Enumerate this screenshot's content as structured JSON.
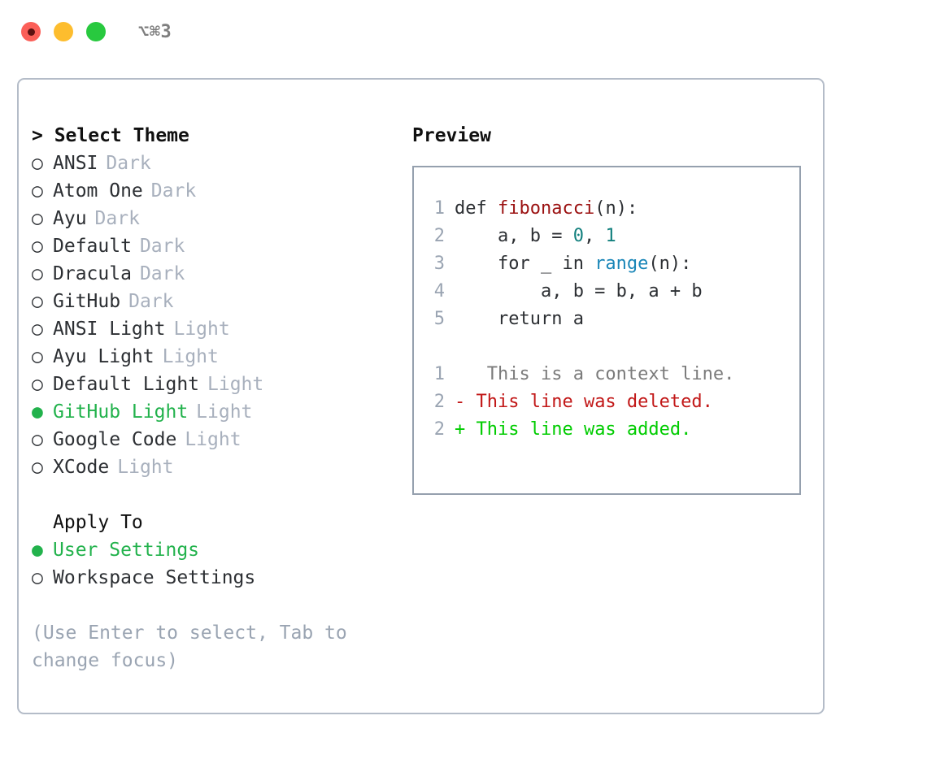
{
  "titlebar": {
    "shortcut": "⌥⌘3",
    "lights": [
      {
        "name": "close",
        "color": "#fb5f58"
      },
      {
        "name": "minimize",
        "color": "#fdbd2e"
      },
      {
        "name": "maximize",
        "color": "#28c93f"
      }
    ]
  },
  "theme_picker": {
    "heading": "> Select Theme",
    "marker_selected": "●",
    "marker_unselected": "○",
    "items": [
      {
        "label": "ANSI",
        "badge": "Dark",
        "selected": false
      },
      {
        "label": "Atom One",
        "badge": "Dark",
        "selected": false
      },
      {
        "label": "Ayu",
        "badge": "Dark",
        "selected": false
      },
      {
        "label": "Default",
        "badge": "Dark",
        "selected": false
      },
      {
        "label": "Dracula",
        "badge": "Dark",
        "selected": false
      },
      {
        "label": "GitHub",
        "badge": "Dark",
        "selected": false
      },
      {
        "label": "ANSI Light",
        "badge": "Light",
        "selected": false
      },
      {
        "label": "Ayu Light",
        "badge": "Light",
        "selected": false
      },
      {
        "label": "Default Light",
        "badge": "Light",
        "selected": false
      },
      {
        "label": "GitHub Light",
        "badge": "Light",
        "selected": true
      },
      {
        "label": "Google Code",
        "badge": "Light",
        "selected": false
      },
      {
        "label": "XCode",
        "badge": "Light",
        "selected": false
      }
    ]
  },
  "apply_to": {
    "heading": "Apply To",
    "items": [
      {
        "label": "User Settings",
        "selected": true
      },
      {
        "label": "Workspace Settings",
        "selected": false
      }
    ]
  },
  "hint": "(Use Enter to select, Tab to change focus)",
  "preview": {
    "title": "Preview",
    "code_lines": [
      {
        "num": "1",
        "tokens": [
          {
            "t": "def ",
            "k": "plain"
          },
          {
            "t": "fibonacci",
            "k": "fn"
          },
          {
            "t": "(n):",
            "k": "plain"
          }
        ]
      },
      {
        "num": "2",
        "tokens": [
          {
            "t": "    a, b = ",
            "k": "plain"
          },
          {
            "t": "0",
            "k": "num"
          },
          {
            "t": ", ",
            "k": "plain"
          },
          {
            "t": "1",
            "k": "num"
          }
        ]
      },
      {
        "num": "3",
        "tokens": [
          {
            "t": "    for _ in ",
            "k": "plain"
          },
          {
            "t": "range",
            "k": "call"
          },
          {
            "t": "(n):",
            "k": "plain"
          }
        ]
      },
      {
        "num": "4",
        "tokens": [
          {
            "t": "        a, b = b, a + b",
            "k": "plain"
          }
        ]
      },
      {
        "num": "5",
        "tokens": [
          {
            "t": "    return a",
            "k": "plain"
          }
        ]
      }
    ],
    "diff_lines": [
      {
        "num": "1",
        "sign": " ",
        "text": "  This is a context line.",
        "kind": "ctx"
      },
      {
        "num": "2",
        "sign": "-",
        "text": " This line was deleted.",
        "kind": "del"
      },
      {
        "num": "2",
        "sign": "+",
        "text": " This line was added.",
        "kind": "add"
      }
    ]
  },
  "colors": {
    "accent_green": "#22b24c",
    "diff_add": "#00cc00",
    "diff_del": "#c21818",
    "token_function": "#9b1111",
    "token_number": "#13807e",
    "token_call": "#1a86b8",
    "muted": "#a8b0bd",
    "border": "#b4bcc8"
  }
}
